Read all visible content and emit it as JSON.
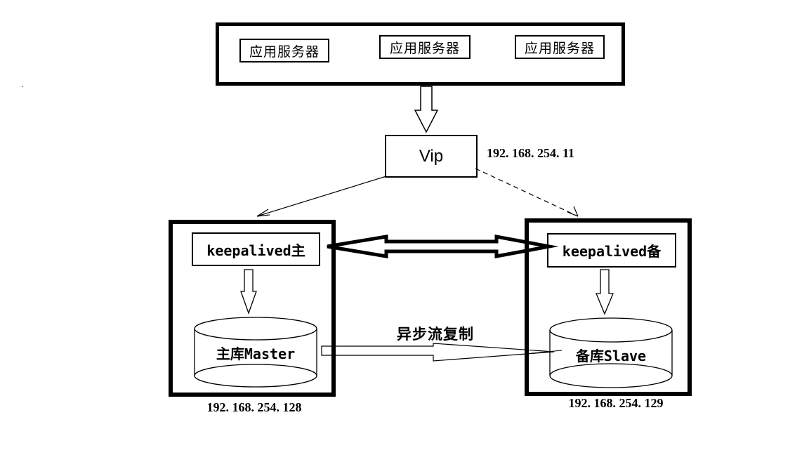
{
  "colors": {
    "ink": "#000000",
    "background": "#ffffff"
  },
  "app_tier": {
    "servers": [
      {
        "label": "应用服务器"
      },
      {
        "label": "应用服务器"
      },
      {
        "label": "应用服务器"
      }
    ]
  },
  "vip": {
    "label": "Vip",
    "ip": "192. 168. 254. 11"
  },
  "master_node": {
    "keepalived_label": "keepalived主",
    "db_label": "主库Master",
    "ip": "192. 168. 254. 128"
  },
  "backup_node": {
    "keepalived_label": "keepalived备",
    "db_label": "备库Slave",
    "ip": "192. 168. 254. 129"
  },
  "replication_label": "异步流复制",
  "stray_mark": ".",
  "edges": [
    {
      "from": "app-tier",
      "to": "vip",
      "style": "hollow-block-arrow-down"
    },
    {
      "from": "vip",
      "to": "master-node",
      "style": "solid-line-arrow"
    },
    {
      "from": "vip",
      "to": "backup-node",
      "style": "dashed-line-arrow"
    },
    {
      "from": "keepalived-master",
      "to": "keepalived-backup",
      "style": "thick-double-arrow"
    },
    {
      "from": "keepalived-master",
      "to": "master-db",
      "style": "hollow-block-arrow-down"
    },
    {
      "from": "keepalived-backup",
      "to": "slave-db",
      "style": "hollow-block-arrow-down"
    },
    {
      "from": "master-db",
      "to": "slave-db",
      "style": "thin-block-arrow-right",
      "label": "异步流复制"
    }
  ]
}
